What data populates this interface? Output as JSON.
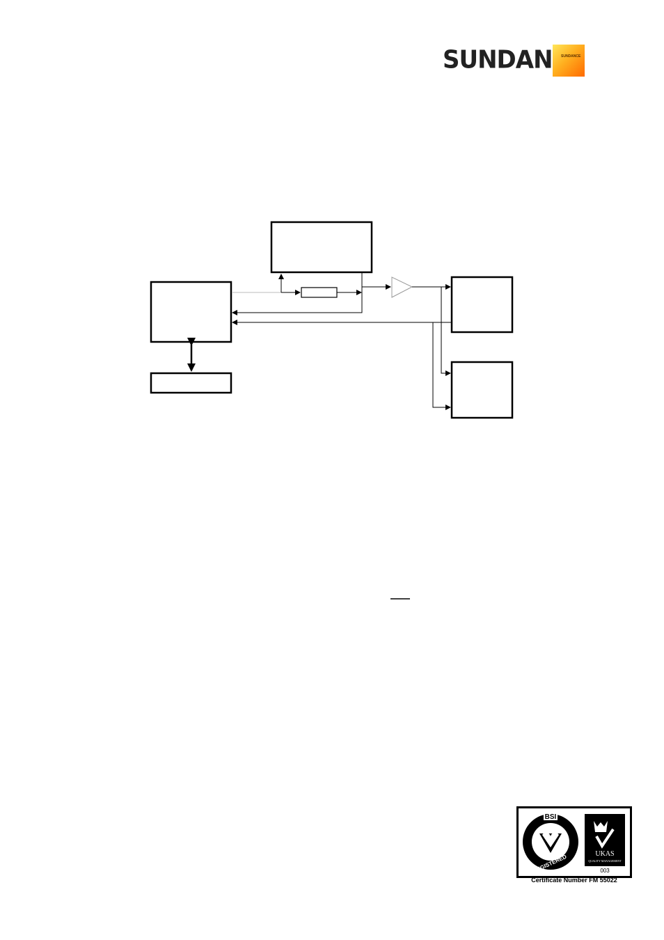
{
  "header": {
    "logo_text": "SUNDANCE",
    "logo_badge_text": "SUNDANCE"
  },
  "figure": {
    "blocks": [
      "",
      "",
      "",
      "",
      "",
      ""
    ]
  },
  "certification": {
    "bsi_label": "BSI",
    "registered_label": "REGISTERED",
    "ukas_label": "UKAS",
    "ukas_sub": "QUALITY MANAGEMENT",
    "ukas_number": "003",
    "certificate_text": "Certificate Number FM 55022"
  },
  "colors": {
    "line": "#000000",
    "light_line": "#bbbbbb"
  }
}
